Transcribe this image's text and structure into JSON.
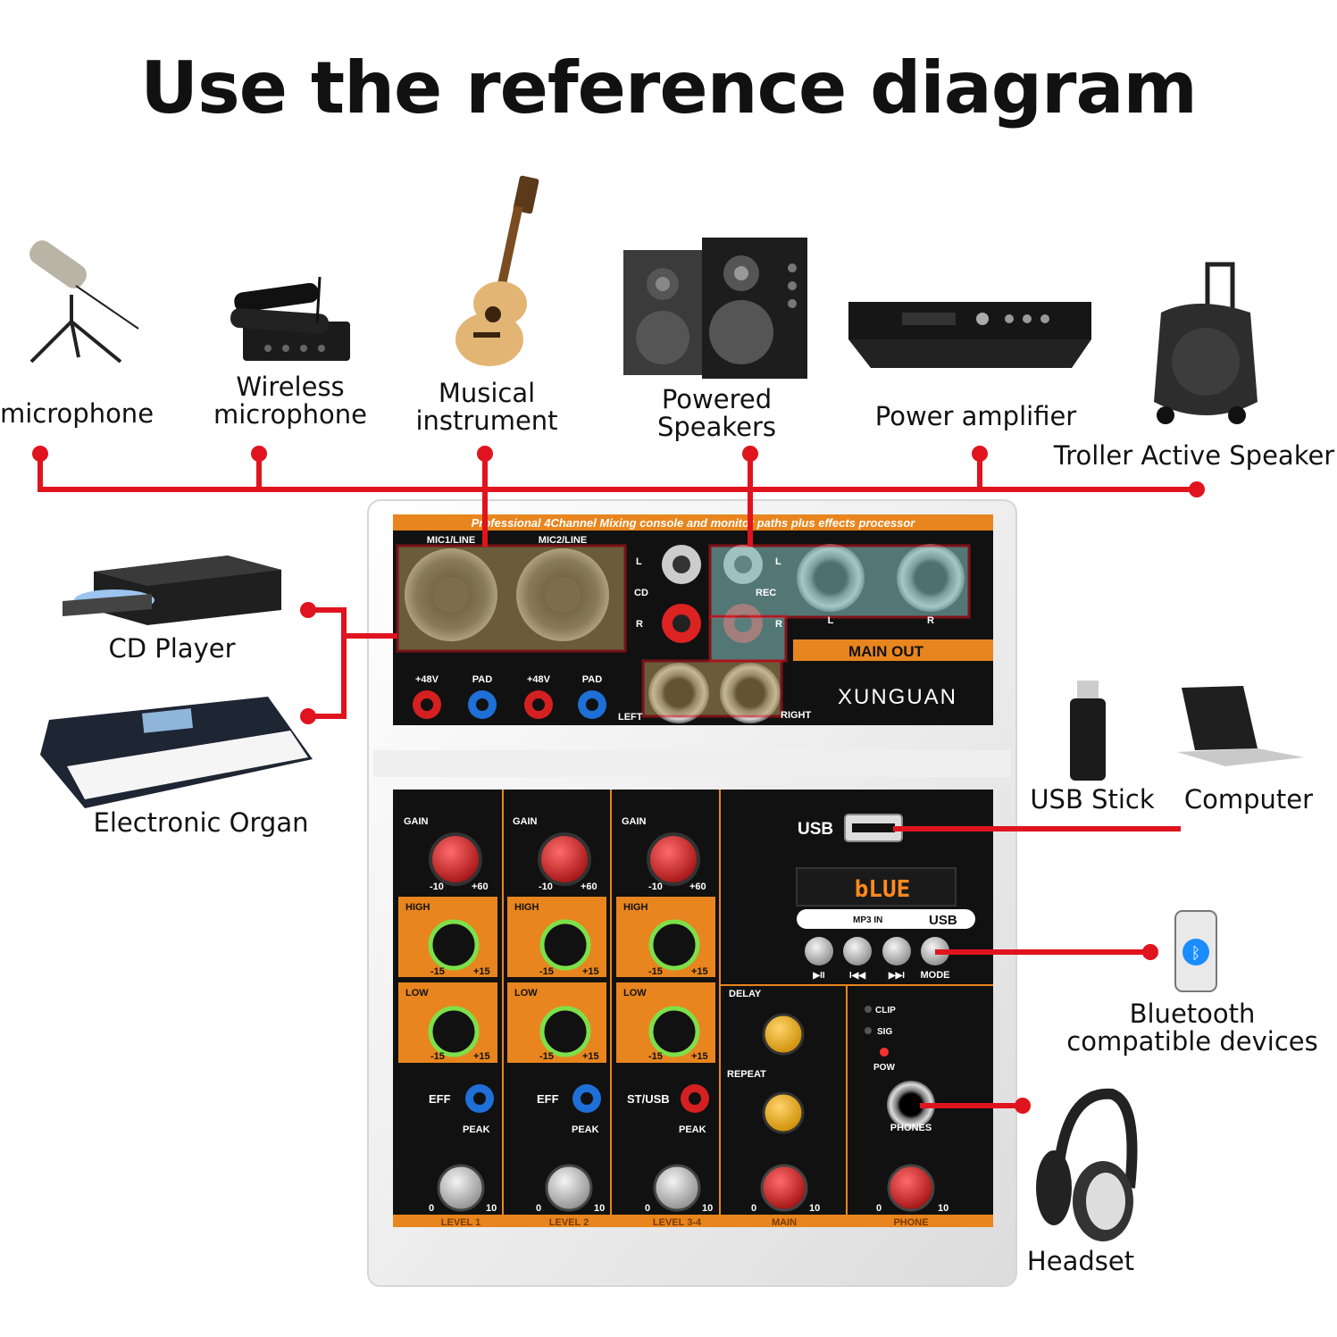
{
  "title": "Use the reference diagram",
  "devices": {
    "microphone": "microphone",
    "wireless_microphone": "Wireless\nmicrophone",
    "musical_instrument": "Musical\ninstrument",
    "powered_speakers": "Powered\nSpeakers",
    "power_amplifier": "Power amplifier",
    "troller_speaker": "Troller Active Speaker",
    "cd_player": "CD Player",
    "electronic_organ": "Electronic Organ",
    "usb_stick": "USB Stick",
    "computer": "Computer",
    "bluetooth": "Bluetooth\ncompatible devices",
    "headset": "Headset"
  },
  "mixer": {
    "banner": "Professional 4Channel Mixing console and monitor paths plus effects processor",
    "brand": "XUNGUAN",
    "mic1": "MIC1/LINE",
    "mic2": "MIC2/LINE",
    "cd": "CD",
    "rec": "REC",
    "main_out": "MAIN OUT",
    "l": "L",
    "r": "R",
    "left": "LEFT",
    "right": "RIGHT",
    "phantom": "+48V",
    "pad": "PAD",
    "gain": "GAIN",
    "high": "HIGH",
    "low": "LOW",
    "eff": "EFF",
    "st_usb": "ST/USB",
    "peak": "PEAK",
    "gain_min": "-10",
    "gain_max": "+60",
    "eq_min": "-15",
    "eq_max": "+15",
    "lvl_min": "0",
    "lvl_max": "10",
    "level1": "LEVEL 1",
    "level2": "LEVEL 2",
    "level34": "LEVEL 3-4",
    "usb": "USB",
    "display": "bLUE",
    "mp3in": "MP3 IN",
    "mode": "MODE",
    "play_pause": "▶II",
    "prev": "I◀◀",
    "next": "▶▶I",
    "delay": "DELAY",
    "repeat": "REPEAT",
    "clip": "CLIP",
    "sig": "SIG",
    "pow": "POW",
    "phones": "PHONES",
    "main": "MAIN",
    "phone": "PHONE"
  },
  "colors": {
    "accent": "#e8851e",
    "wire": "#e0141e",
    "panel": "#111111"
  }
}
